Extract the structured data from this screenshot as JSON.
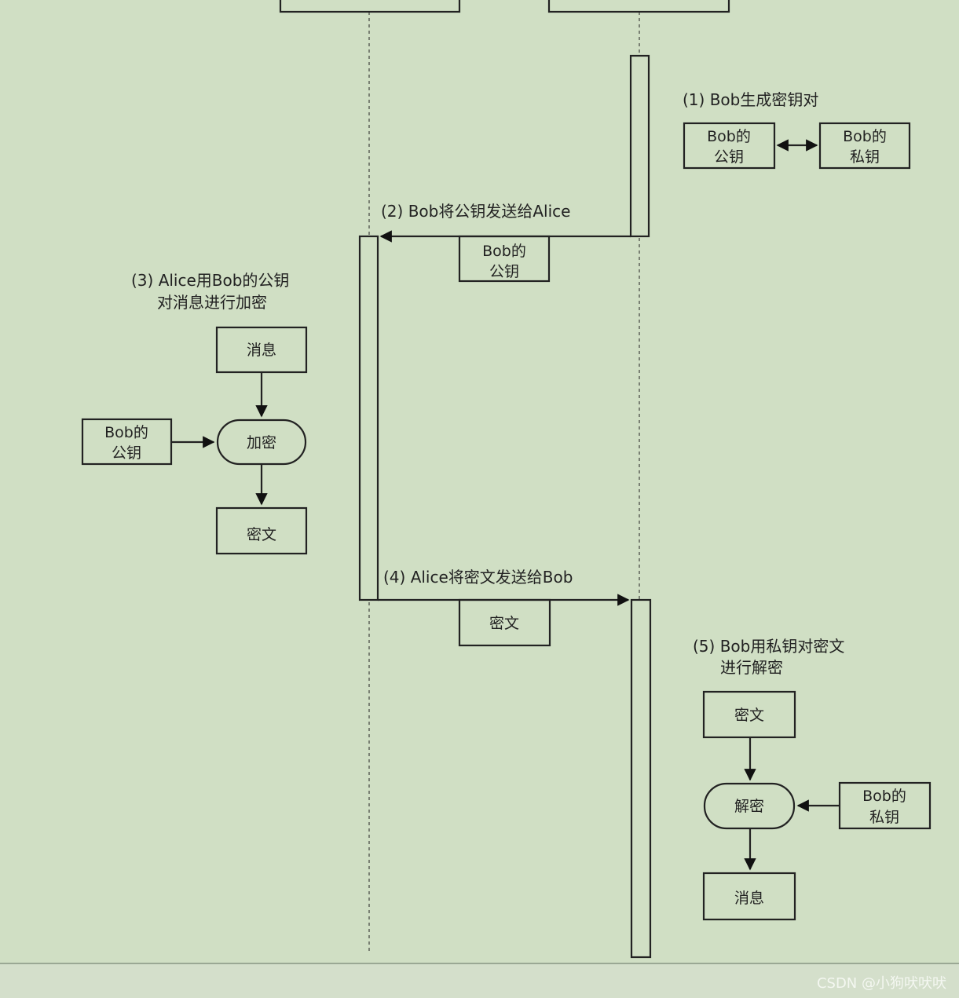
{
  "steps": {
    "s1": "(1) Bob生成密钥对",
    "s2": "(2) Bob将公钥发送给Alice",
    "s3_line1": "(3) Alice用Bob的公钥",
    "s3_line2": "对消息进行加密",
    "s4": "(4) Alice将密文发送给Bob",
    "s5_line1": "(5) Bob用私钥对密文",
    "s5_line2": "进行解密"
  },
  "keypair": {
    "public_l1": "Bob的",
    "public_l2": "公钥",
    "private_l1": "Bob的",
    "private_l2": "私钥"
  },
  "msg2_key": {
    "l1": "Bob的",
    "l2": "公钥"
  },
  "encrypt": {
    "message": "消息",
    "key_l1": "Bob的",
    "key_l2": "公钥",
    "op": "加密",
    "result": "密文"
  },
  "msg4_payload": "密文",
  "decrypt": {
    "ciphertext": "密文",
    "op": "解密",
    "key_l1": "Bob的",
    "key_l2": "私钥",
    "result": "消息"
  },
  "watermark": "CSDN @小狗吠吠吠"
}
